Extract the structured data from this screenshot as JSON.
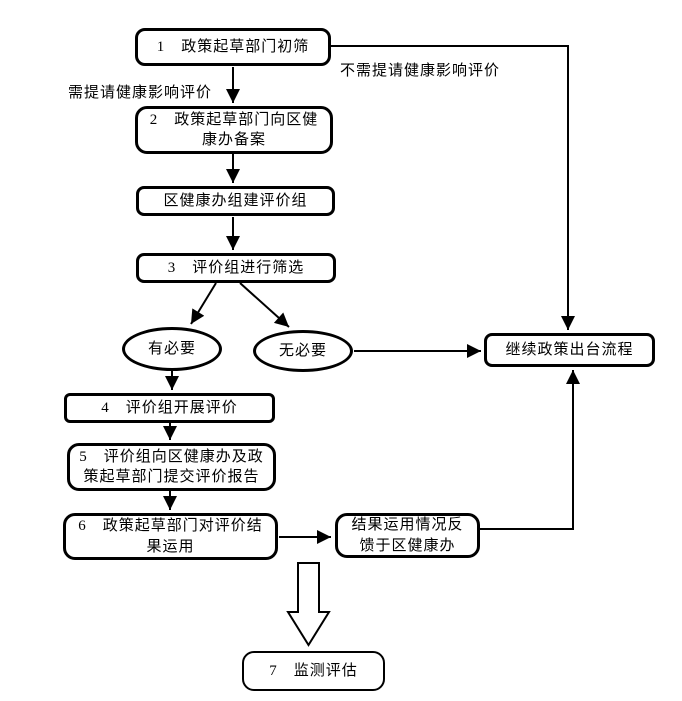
{
  "colors": {
    "stroke": "#000000",
    "background": "#ffffff",
    "text": "#000000"
  },
  "nodes": {
    "n1": {
      "label": "1　政策起草部门初筛"
    },
    "n2": {
      "label": "2　政策起草部门向区健\n康办备案"
    },
    "n3": {
      "label": "区健康办组建评价组"
    },
    "n4": {
      "label": "3　评价组进行筛选"
    },
    "d1": {
      "label": "有必要"
    },
    "d2": {
      "label": "无必要"
    },
    "n5": {
      "label": "继续政策出台流程"
    },
    "n6": {
      "label": "4　评价组开展评价"
    },
    "n7": {
      "label": "5　评价组向区健康办及政\n策起草部门提交评价报告"
    },
    "n8": {
      "label": "6　政策起草部门对评价结\n果运用"
    },
    "n9": {
      "label": "结果运用情况反\n馈于区健康办"
    },
    "n10": {
      "label": "7　监测评估"
    }
  },
  "edge_labels": {
    "need_evaluation": "需提请健康影响评价",
    "no_need_evaluation": "不需提请健康影响评价"
  }
}
